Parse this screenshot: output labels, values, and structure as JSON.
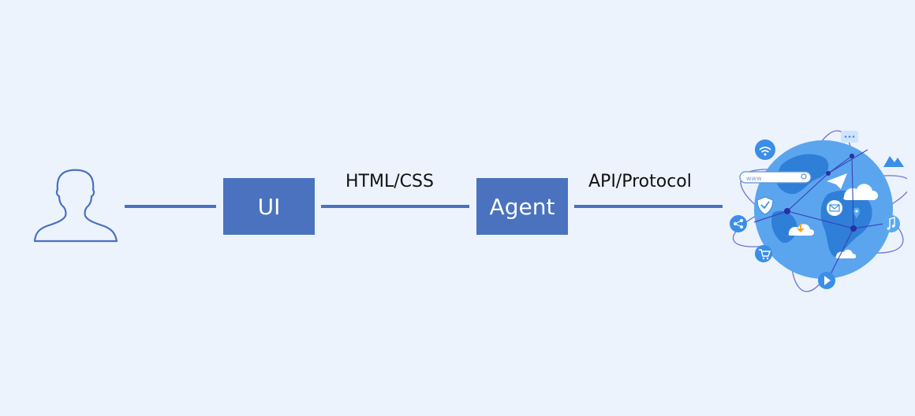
{
  "nodes": {
    "user": {
      "icon": "user-silhouette-icon"
    },
    "ui": {
      "label": "UI"
    },
    "agent": {
      "label": "Agent"
    },
    "internet": {
      "icon": "globe-network-icon"
    }
  },
  "edges": {
    "ui_agent": {
      "label": "HTML/CSS"
    },
    "agent_internet": {
      "label": "API/Protocol"
    }
  },
  "globe_icons": [
    "wifi-icon",
    "search-bar-icon",
    "shield-check-icon",
    "share-icon",
    "cart-icon",
    "mail-icon",
    "location-pin-icon",
    "music-note-icon",
    "play-icon",
    "chat-icon",
    "paper-plane-icon",
    "cloud-icon",
    "mountain-image-icon"
  ],
  "colors": {
    "background": "#ecf3fd",
    "box_fill": "#4a72be",
    "connector": "#4a72be",
    "user_outline": "#4a72be",
    "globe_primary": "#3b8ee8",
    "globe_light": "#7ab9f5"
  }
}
